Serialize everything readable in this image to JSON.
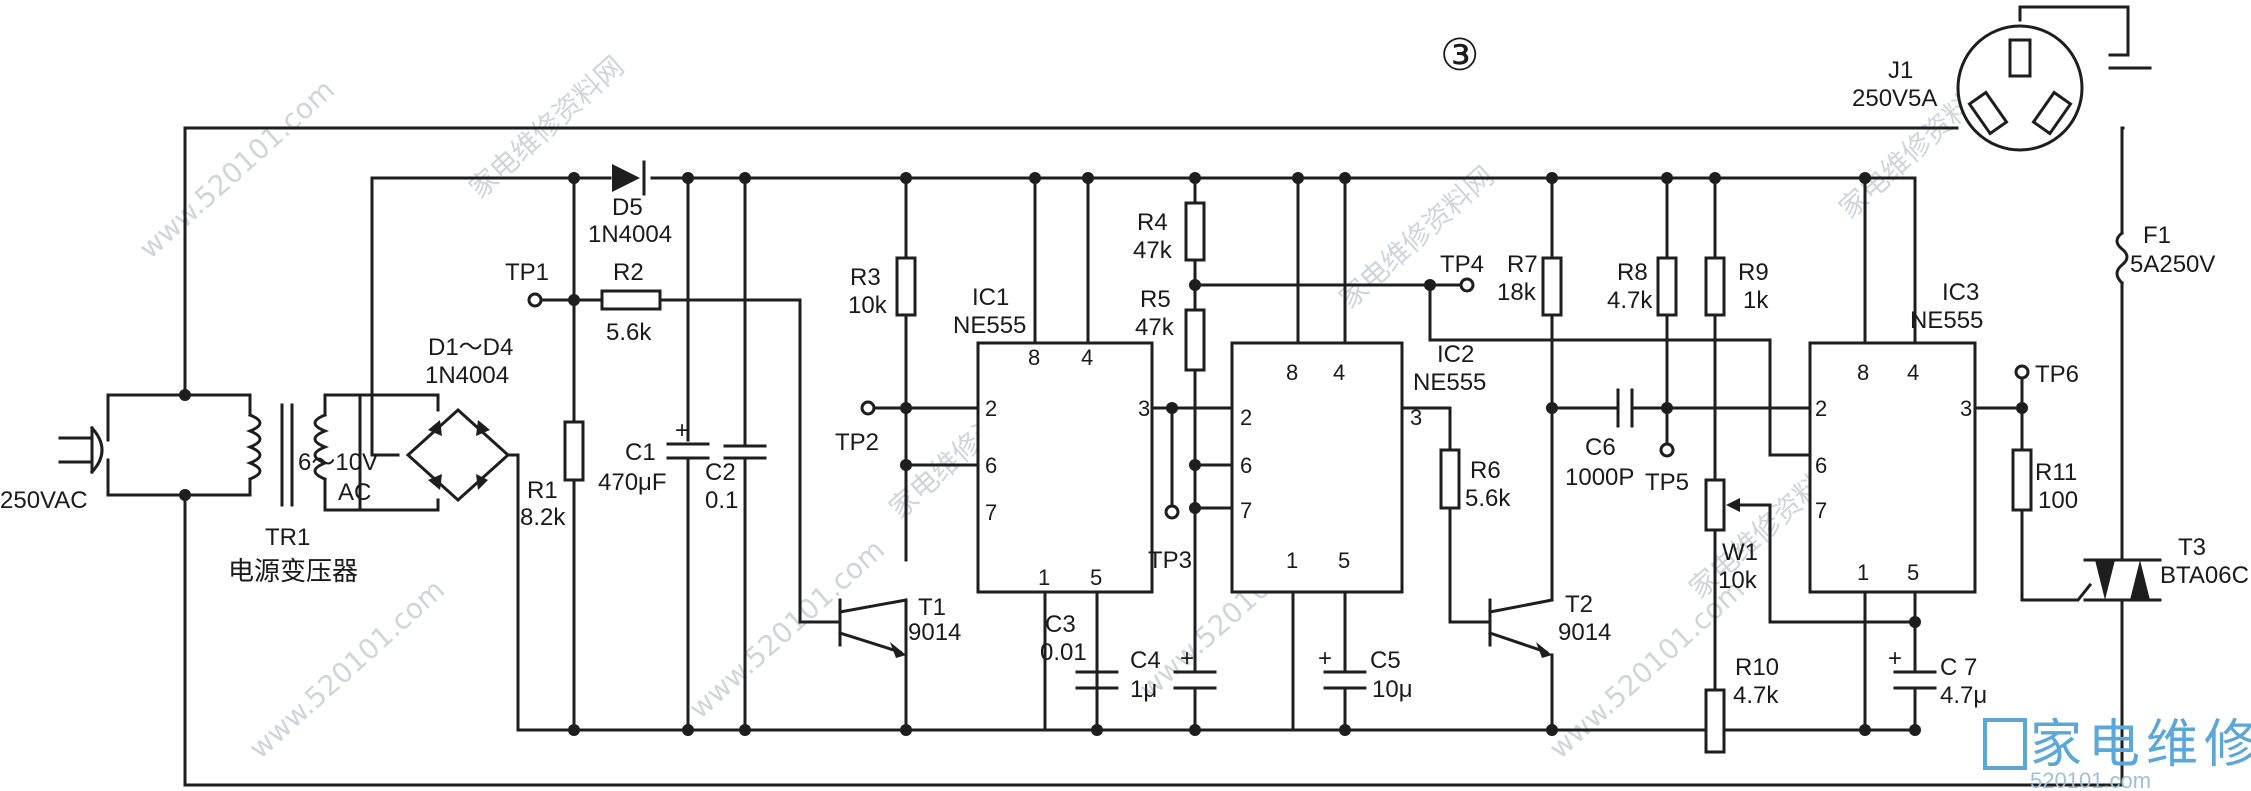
{
  "figure_number": "③",
  "tr1": {
    "ref": "TR1",
    "name": "电源变压器",
    "input": "250VAC",
    "secondary_line1": "6～10V",
    "secondary_line2": "AC"
  },
  "bridge": {
    "ref": "D1～D4",
    "part": "1N4004"
  },
  "d5": {
    "ref": "D5",
    "part": "1N4004"
  },
  "tp": {
    "tp1": "TP1",
    "tp2": "TP2",
    "tp3": "TP3",
    "tp4": "TP4",
    "tp5": "TP5",
    "tp6": "TP6"
  },
  "resistors": {
    "r1": {
      "ref": "R1",
      "value": "8.2k"
    },
    "r2": {
      "ref": "R2",
      "value": "5.6k"
    },
    "r3": {
      "ref": "R3",
      "value": "10k"
    },
    "r4": {
      "ref": "R4",
      "value": "47k"
    },
    "r5": {
      "ref": "R5",
      "value": "47k"
    },
    "r6": {
      "ref": "R6",
      "value": "5.6k"
    },
    "r7": {
      "ref": "R7",
      "value": "18k"
    },
    "r8": {
      "ref": "R8",
      "value": "4.7k"
    },
    "r9": {
      "ref": "R9",
      "value": "1k"
    },
    "r10": {
      "ref": "R10",
      "value": "4.7k"
    },
    "r11": {
      "ref": "R11",
      "value": "100"
    }
  },
  "capacitors": {
    "c1": {
      "ref": "C1",
      "value": "470μF"
    },
    "c2": {
      "ref": "C2",
      "value": "0.1"
    },
    "c3": {
      "ref": "C3",
      "value": "0.01"
    },
    "c4": {
      "ref": "C4",
      "value": "1μ"
    },
    "c5": {
      "ref": "C5",
      "value": "10μ"
    },
    "c6": {
      "ref": "C6",
      "value": "1000P"
    },
    "c7": {
      "ref": "C 7",
      "value": "4.7μ"
    }
  },
  "ics": {
    "ic1": {
      "ref": "IC1",
      "part": "NE555"
    },
    "ic2": {
      "ref": "IC2",
      "part": "NE555"
    },
    "ic3": {
      "ref": "IC3",
      "part": "NE555"
    }
  },
  "transistors": {
    "t1": {
      "ref": "T1",
      "part": "9014"
    },
    "t2": {
      "ref": "T2",
      "part": "9014"
    }
  },
  "w1": {
    "ref": "W1",
    "value": "10k"
  },
  "t3": {
    "ref": "T3",
    "part": "BTA06C"
  },
  "j1": {
    "ref": "J1",
    "rating": "250V5A"
  },
  "f1": {
    "ref": "F1",
    "rating": "5A250V"
  },
  "pins": {
    "p1": "1",
    "p2": "2",
    "p3": "3",
    "p4": "4",
    "p5": "5",
    "p6": "6",
    "p7": "7",
    "p8": "8"
  },
  "watermark": {
    "cn": "家电维修资料网",
    "url": "www.520101.com",
    "logo_cn": "家电维修资料",
    "logo_url": "520101.com"
  }
}
